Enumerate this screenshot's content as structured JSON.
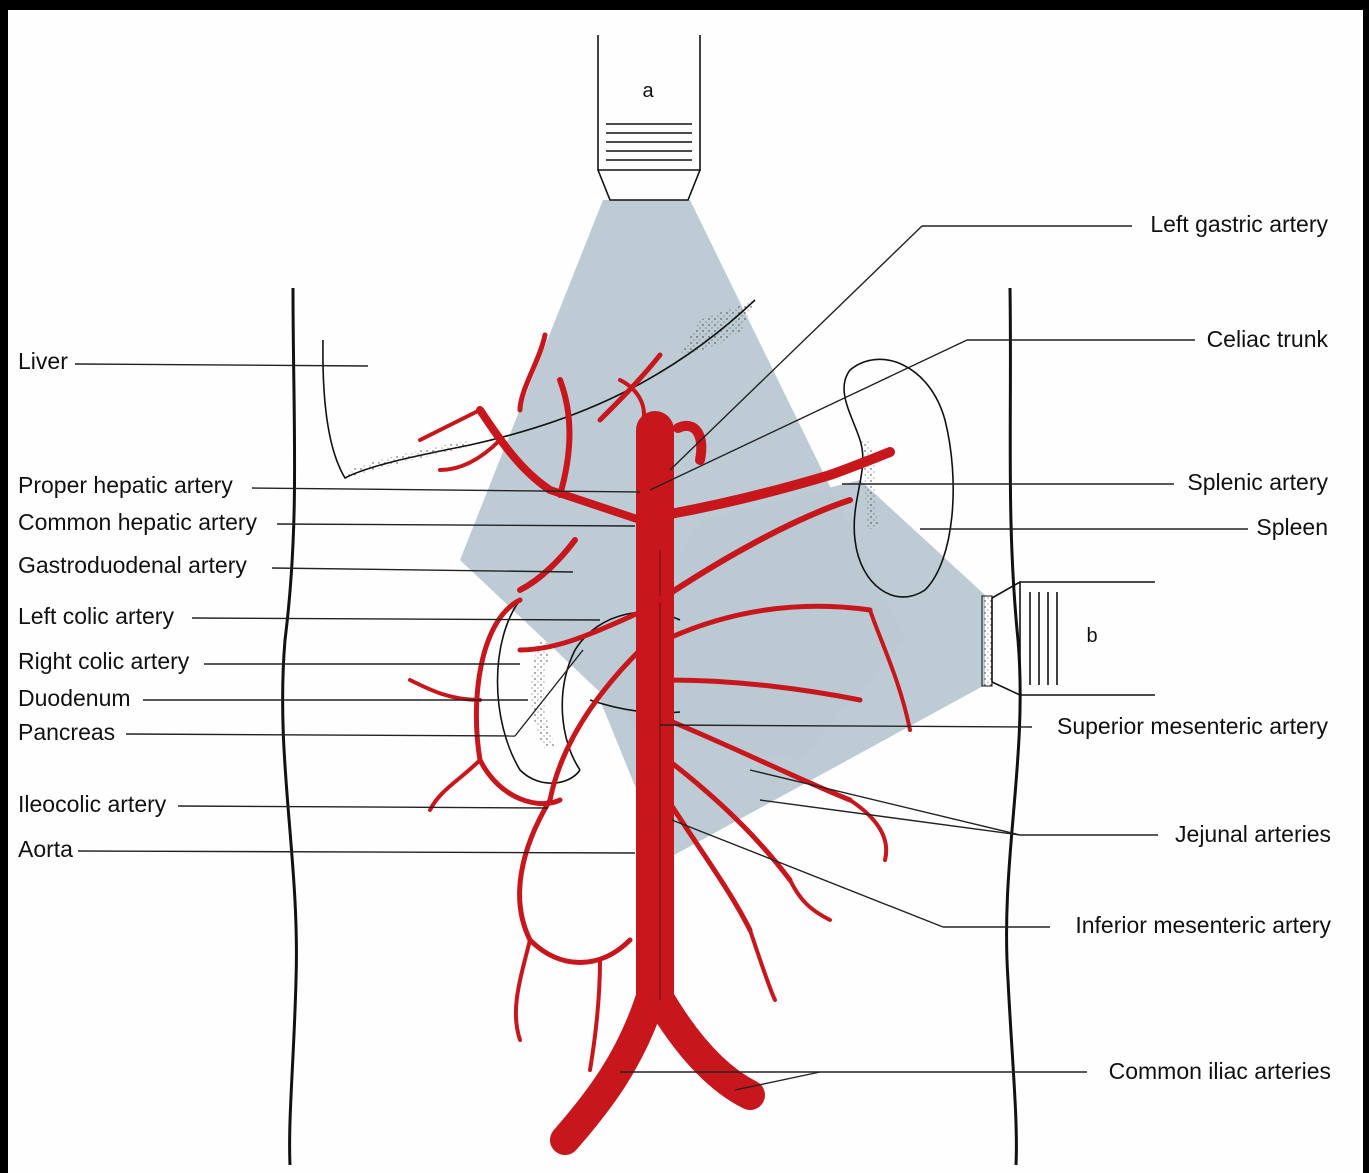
{
  "colors": {
    "artery": "#c8161d",
    "ultrasound_beam": "#b9c8d2",
    "outline": "#111111",
    "page_border": "#000000",
    "background": "#fefefe"
  },
  "probes": {
    "top": "a",
    "side": "b"
  },
  "labels_left": [
    "Liver",
    "Proper hepatic artery",
    "Common hepatic artery",
    "Gastroduodenal artery",
    "Left colic artery",
    "Right colic artery",
    "Duodenum",
    "Pancreas",
    "Ileocolic artery",
    "Aorta"
  ],
  "labels_right": [
    "Left gastric artery",
    "Celiac trunk",
    "Splenic artery",
    "Spleen",
    "Superior mesenteric artery",
    "Jejunal arteries",
    "Inferior mesenteric artery",
    "Common iliac arteries"
  ]
}
